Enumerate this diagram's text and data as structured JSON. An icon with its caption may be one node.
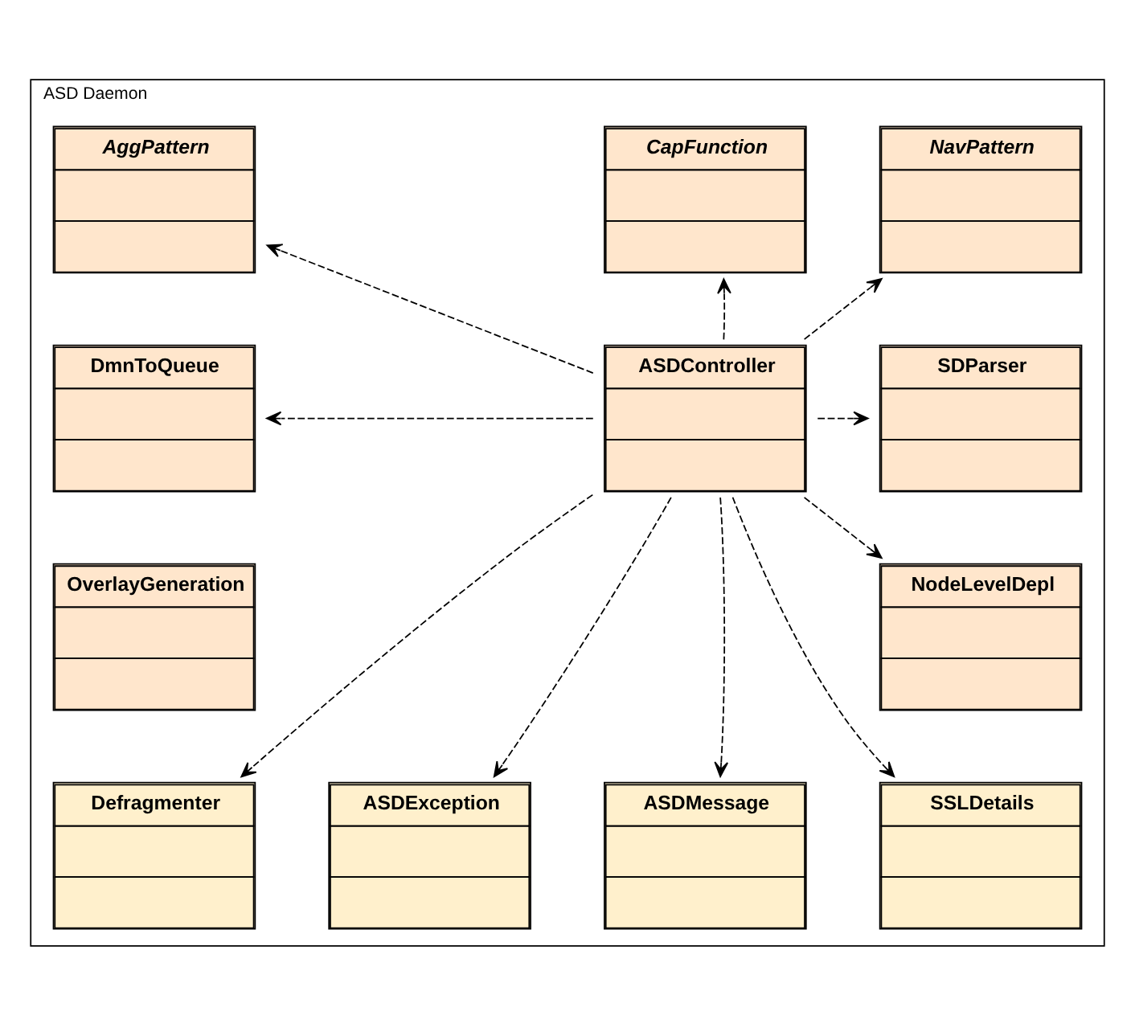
{
  "diagram": {
    "nodes": [
      {
        "text": [
          "ASD Daemon"
        ]
      },
      {
        "text": [
          "NavPattern"
        ],
        "in": 0
      },
      {
        "text": [
          "CapFunction"
        ],
        "in": 0
      },
      {
        "text": [
          "AggPattern"
        ],
        "in": 0
      },
      {
        "text": [
          "SDParser"
        ],
        "in": 0
      },
      {
        "text": [
          "DmnToQueue"
        ],
        "in": 0
      },
      {
        "text": [
          "ASDController"
        ],
        "in": 0
      },
      {
        "text": [
          "NodeLevelDepl"
        ],
        "in": 0
      },
      {
        "text": [
          "OverlayGeneration"
        ],
        "in": 0
      },
      {
        "text": [
          "SSLDetails"
        ],
        "in": 0
      },
      {
        "text": [
          "ASDException"
        ],
        "in": 0
      },
      {
        "text": [
          "ASDMessage"
        ],
        "in": 0
      },
      {
        "text": [
          "Defragmenter"
        ],
        "in": 0
      }
    ],
    "edges": [
      {
        "from": 6,
        "to": 1,
        "arrow": "to",
        "style": "dashed"
      },
      {
        "from": 6,
        "to": 2,
        "arrow": "to",
        "style": "dashed"
      },
      {
        "from": 6,
        "to": 3,
        "arrow": "to",
        "style": "dashed"
      },
      {
        "from": 6,
        "to": 4,
        "arrow": "to",
        "style": "dashed"
      },
      {
        "from": 6,
        "to": 5,
        "arrow": "to",
        "style": "dashed"
      },
      {
        "from": 6,
        "to": 7,
        "arrow": "to",
        "style": "dashed"
      },
      {
        "from": 6,
        "to": 9,
        "arrow": "to",
        "style": "dashed"
      },
      {
        "from": 6,
        "to": 10,
        "arrow": "to",
        "style": "dashed"
      },
      {
        "from": 6,
        "to": 11,
        "arrow": "to",
        "style": "dashed"
      },
      {
        "from": 6,
        "to": 12,
        "arrow": "to",
        "style": "dashed"
      }
    ]
  }
}
